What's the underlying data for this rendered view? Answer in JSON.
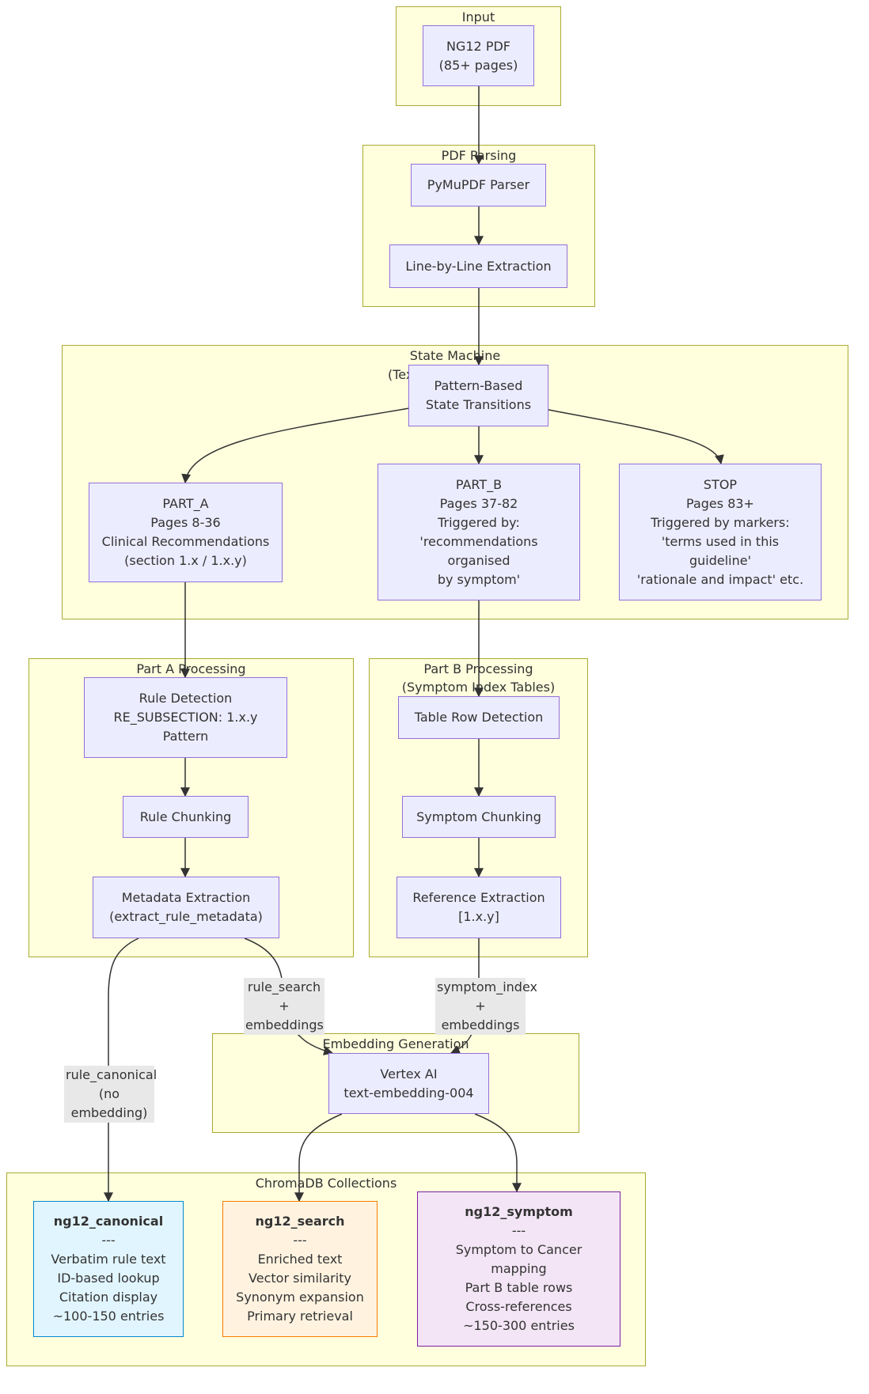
{
  "clusters": {
    "input": "Input",
    "pdf_parsing": "PDF Parsing",
    "state_machine": "State Machine",
    "state_machine_sub": "(Tex",
    "part_a": "Part A Processing",
    "part_b_line1": "Part B Processing",
    "part_b_line2": "(Symptom Index Tables)",
    "embedding": "Embedding Generation",
    "chromadb": "ChromaDB Collections"
  },
  "nodes": {
    "ng12_pdf": [
      "NG12 PDF",
      "(85+ pages)"
    ],
    "pymupdf": [
      "PyMuPDF Parser"
    ],
    "line_extraction": [
      "Line-by-Line Extraction"
    ],
    "state_transitions": [
      "Pattern-Based",
      "State Transitions"
    ],
    "part_a": [
      "PART_A",
      "Pages 8-36",
      "Clinical Recommendations",
      "(section 1.x / 1.x.y)"
    ],
    "part_b": [
      "PART_B",
      "Pages 37-82",
      "Triggered by:",
      "'recommendations",
      "organised",
      "by symptom'"
    ],
    "stop": [
      "STOP",
      "Pages 83+",
      "Triggered by markers:",
      "'terms used in this",
      "guideline'",
      "'rationale and impact' etc."
    ],
    "rule_detection": [
      "Rule Detection",
      "RE_SUBSECTION: 1.x.y",
      "Pattern"
    ],
    "rule_chunking": [
      "Rule Chunking"
    ],
    "metadata_extraction": [
      "Metadata Extraction",
      "(extract_rule_metadata)"
    ],
    "table_row_detection": [
      "Table Row Detection"
    ],
    "symptom_chunking": [
      "Symptom Chunking"
    ],
    "reference_extraction": [
      "Reference Extraction",
      "[1.x.y]"
    ],
    "vertex_ai": [
      "Vertex AI",
      "text-embedding-004"
    ],
    "ng12_canonical": {
      "title": "ng12_canonical",
      "lines": [
        "---",
        "Verbatim rule text",
        "ID-based lookup",
        "Citation display",
        "~100-150 entries"
      ]
    },
    "ng12_search": {
      "title": "ng12_search",
      "lines": [
        "---",
        "Enriched text",
        "Vector similarity",
        "Synonym expansion",
        "Primary retrieval"
      ]
    },
    "ng12_symptom": {
      "title": "ng12_symptom",
      "lines": [
        "---",
        "Symptom to Cancer",
        "mapping",
        "Part B table rows",
        "Cross-references",
        "~150-300 entries"
      ]
    }
  },
  "edge_labels": {
    "rule_search": [
      "rule_search",
      "+ embeddings"
    ],
    "symptom_index": [
      "symptom_index",
      "+ embeddings"
    ],
    "rule_canonical": [
      "rule_canonical",
      "(no embedding)"
    ]
  },
  "colors": {
    "cluster_fill": "#ffffde",
    "cluster_stroke": "#aaaa33",
    "node_fill": "#ececff",
    "node_stroke": "#9370db",
    "canonical_fill": "#e1f5fe",
    "canonical_stroke": "#0288d1",
    "search_fill": "#fff3e0",
    "search_stroke": "#f57c00",
    "symptom_fill": "#f3e5f5",
    "symptom_stroke": "#7b1fa2",
    "edge": "#333333",
    "edge_label_bg": "#e8e8e8"
  }
}
